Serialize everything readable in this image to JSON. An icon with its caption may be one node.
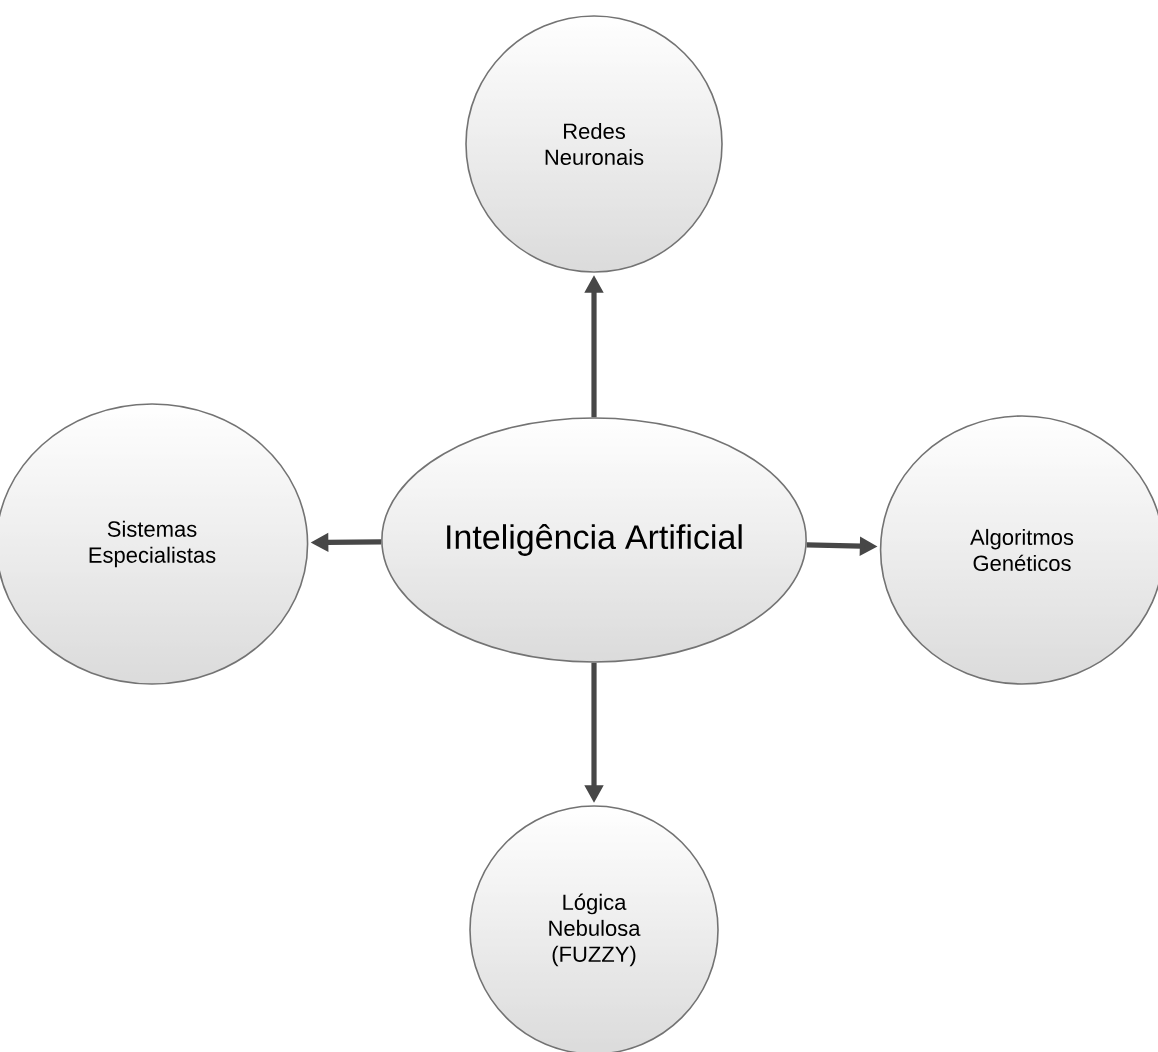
{
  "diagram": {
    "nodes": [
      {
        "text": [
          "Inteligência Artificial"
        ]
      },
      {
        "text": [
          "Redes Neuronais"
        ]
      },
      {
        "text": [
          "Sistemas Especialistas"
        ]
      },
      {
        "text": [
          "Algoritmos Genéticos"
        ]
      },
      {
        "text": [
          "Lógica Nebulosa (FUZZY)"
        ]
      }
    ],
    "edges": [
      {
        "from": 0,
        "to": 1,
        "arrow": "to"
      },
      {
        "from": 0,
        "to": 2,
        "arrow": "to"
      },
      {
        "from": 0,
        "to": 3,
        "arrow": "to"
      },
      {
        "from": 0,
        "to": 4,
        "arrow": "to"
      }
    ]
  }
}
